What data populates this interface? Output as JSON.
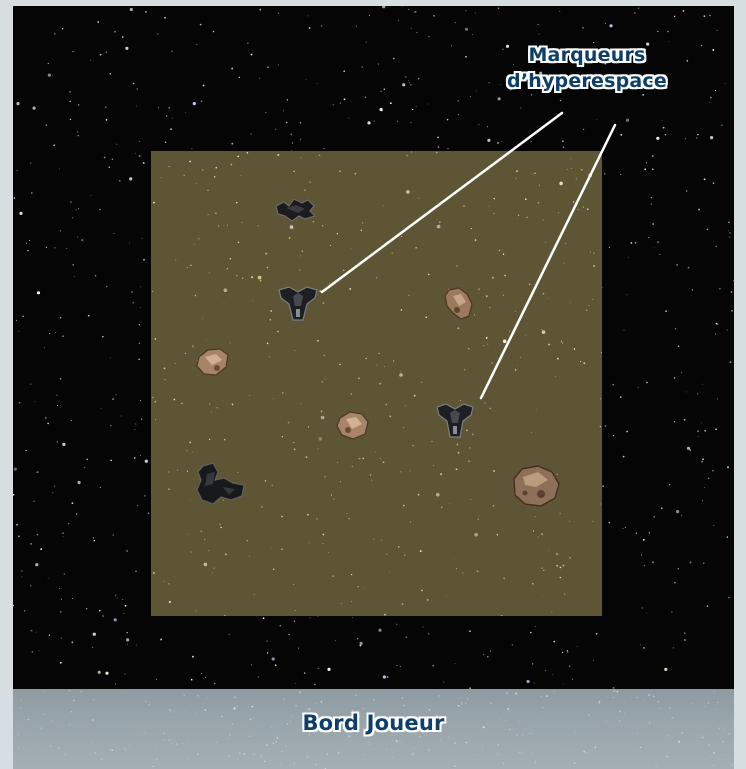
{
  "labels": {
    "hyperspace_markers_line1": "Marqueurs",
    "hyperspace_markers_line2": "d’hyperespace",
    "player_edge": "Bord Joueur"
  },
  "colors": {
    "space_background": "#050505",
    "play_area": "#5d5534",
    "player_edge_zone": "#9aa6ac",
    "label_text": "#0e3f6b",
    "label_outline": "#ffffff",
    "leader_lines": "#ffffff"
  },
  "tokens": [
    {
      "kind": "debris",
      "icon": "debris-cloud-icon"
    },
    {
      "kind": "hyperspace-marker",
      "icon": "hyperspace-marker-icon"
    },
    {
      "kind": "asteroid",
      "icon": "asteroid-icon"
    },
    {
      "kind": "asteroid",
      "icon": "asteroid-icon"
    },
    {
      "kind": "asteroid",
      "icon": "asteroid-icon"
    },
    {
      "kind": "hyperspace-marker",
      "icon": "hyperspace-marker-icon"
    },
    {
      "kind": "debris",
      "icon": "debris-cloud-icon"
    },
    {
      "kind": "asteroid",
      "icon": "asteroid-icon"
    }
  ]
}
